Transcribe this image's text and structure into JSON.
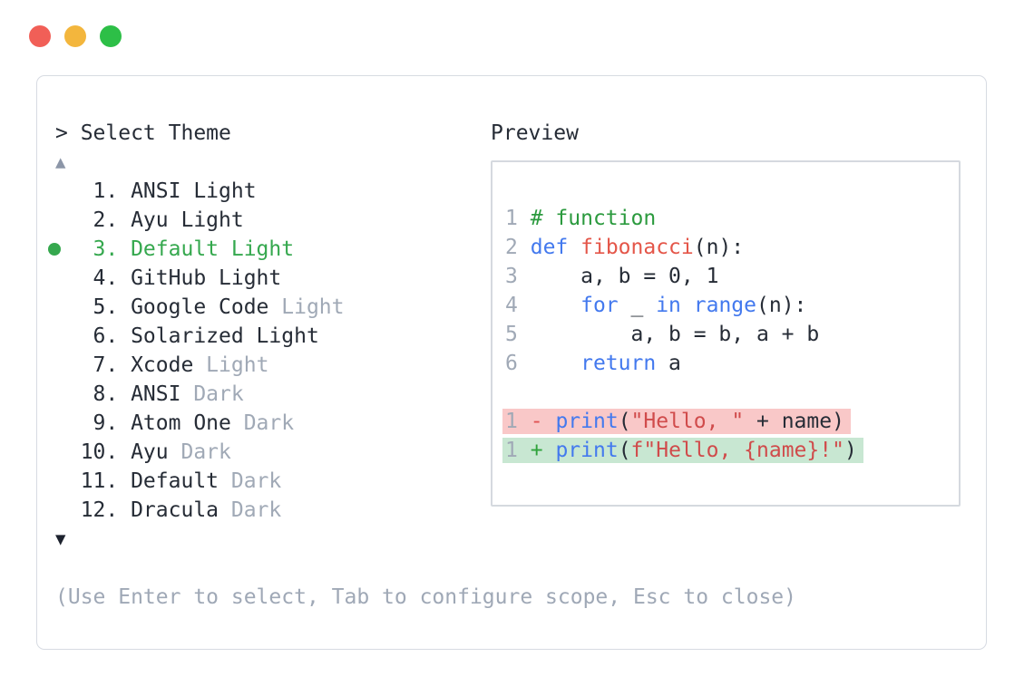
{
  "window": {
    "traffic_lights": [
      {
        "name": "close",
        "color": "#f15f57"
      },
      {
        "name": "minimize",
        "color": "#f3b63d"
      },
      {
        "name": "maximize",
        "color": "#2dbf47"
      }
    ]
  },
  "picker": {
    "prompt": "> Select Theme",
    "scroll_up_icon": "▲",
    "scroll_down_icon": "▼",
    "items": [
      {
        "number": "1",
        "name": "ANSI Light",
        "muted": "",
        "selected": false
      },
      {
        "number": "2",
        "name": "Ayu Light",
        "muted": "",
        "selected": false
      },
      {
        "number": "3",
        "name": "Default Light",
        "muted": "",
        "selected": true
      },
      {
        "number": "4",
        "name": "GitHub Light",
        "muted": "",
        "selected": false
      },
      {
        "number": "5",
        "name": "Google Code",
        "muted": "Light",
        "selected": false
      },
      {
        "number": "6",
        "name": "Solarized Light",
        "muted": "",
        "selected": false
      },
      {
        "number": "7",
        "name": "Xcode",
        "muted": "Light",
        "selected": false
      },
      {
        "number": "8",
        "name": "ANSI",
        "muted": "Dark",
        "selected": false
      },
      {
        "number": "9",
        "name": "Atom One",
        "muted": "Dark",
        "selected": false
      },
      {
        "number": "10",
        "name": "Ayu",
        "muted": "Dark",
        "selected": false
      },
      {
        "number": "11",
        "name": "Default",
        "muted": "Dark",
        "selected": false
      },
      {
        "number": "12",
        "name": "Dracula",
        "muted": "Dark",
        "selected": false
      }
    ],
    "footer_hint": "(Use Enter to select, Tab to configure scope, Esc to close)"
  },
  "preview": {
    "label": "Preview",
    "code_lines": [
      {
        "num": "1",
        "diff": "",
        "tokens": [
          [
            " ",
            "plain"
          ],
          [
            "# function",
            "comment"
          ]
        ]
      },
      {
        "num": "2",
        "diff": "",
        "tokens": [
          [
            " ",
            "plain"
          ],
          [
            "def",
            "keyword"
          ],
          [
            " ",
            "plain"
          ],
          [
            "fibonacci",
            "func"
          ],
          [
            "(n):",
            "plain"
          ]
        ]
      },
      {
        "num": "3",
        "diff": "",
        "tokens": [
          [
            " ",
            "plain"
          ],
          [
            "    a, b = 0, 1",
            "plain"
          ]
        ]
      },
      {
        "num": "4",
        "diff": "",
        "tokens": [
          [
            " ",
            "plain"
          ],
          [
            "    ",
            "plain"
          ],
          [
            "for",
            "keyword"
          ],
          [
            " _ ",
            "plain"
          ],
          [
            "in",
            "keyword"
          ],
          [
            " ",
            "plain"
          ],
          [
            "range",
            "keyword"
          ],
          [
            "(n):",
            "plain"
          ]
        ]
      },
      {
        "num": "5",
        "diff": "",
        "tokens": [
          [
            " ",
            "plain"
          ],
          [
            "        a, b = b, a + b",
            "plain"
          ]
        ]
      },
      {
        "num": "6",
        "diff": "",
        "tokens": [
          [
            " ",
            "plain"
          ],
          [
            "    ",
            "plain"
          ],
          [
            "return",
            "keyword"
          ],
          [
            " a",
            "plain"
          ]
        ]
      },
      {
        "num": "",
        "diff": "",
        "tokens": []
      },
      {
        "num": "1",
        "diff": "removed",
        "tokens": [
          [
            " ",
            "plain"
          ],
          [
            "-",
            "minus"
          ],
          [
            " ",
            "plain"
          ],
          [
            "print",
            "keyword"
          ],
          [
            "(",
            "plain"
          ],
          [
            "\"Hello, \"",
            "string"
          ],
          [
            " + name)",
            "plain"
          ]
        ]
      },
      {
        "num": "1",
        "diff": "added",
        "tokens": [
          [
            " ",
            "plain"
          ],
          [
            "+",
            "plus"
          ],
          [
            " ",
            "plain"
          ],
          [
            "print",
            "keyword"
          ],
          [
            "(",
            "plain"
          ],
          [
            "f\"Hello, {name}!\"",
            "string"
          ],
          [
            ")",
            "plain"
          ]
        ]
      }
    ]
  },
  "colors": {
    "text": "#262c36",
    "muted_text": "#a0a9b6",
    "selected_green": "#35a84e",
    "scroll_up_arrow": "#8c96a8",
    "scroll_down_arrow": "#1d222e",
    "panel_border": "#d7dbe2",
    "preview_border": "#d5d9df",
    "comment": "#2b9a3e",
    "keyword": "#4379ee",
    "function_name": "#e45649",
    "string": "#d04b4b",
    "diff_removed_bg": "#f9c8c8",
    "diff_added_bg": "#c8e7d2",
    "diff_minus": "#e05252",
    "diff_plus": "#2fa33c"
  }
}
